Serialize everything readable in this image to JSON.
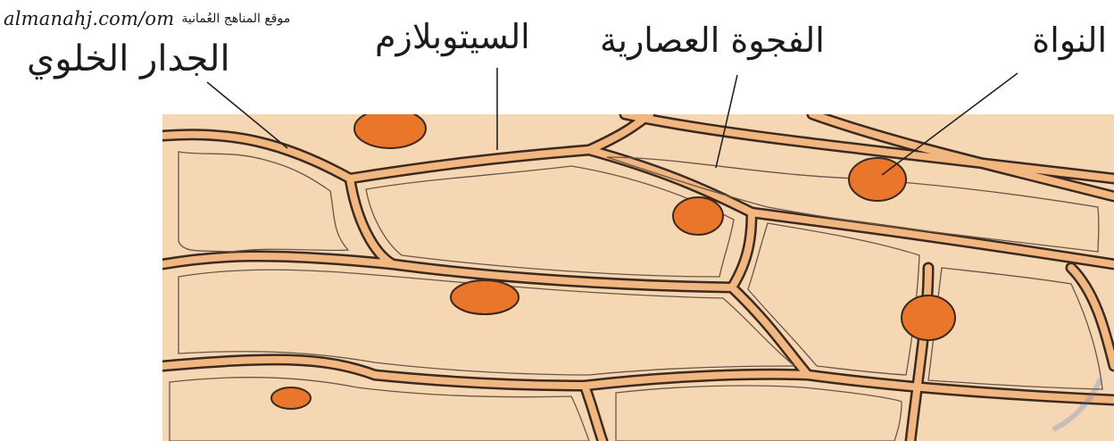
{
  "watermark": {
    "latin": "almanahj.com/om",
    "arabic": "موقع المناهج العُمانية"
  },
  "labels": {
    "nucleus": "النواة",
    "vacuole": "الفجوة العصارية",
    "cytoplasm": "السيتوبلازم",
    "cell_wall": "الجدار الخلوي"
  },
  "colors": {
    "cytoplasm_fill": "#f6d7b4",
    "wall_fill": "#f2b680",
    "wall_outline": "#3a2a20",
    "nucleus_fill": "#e9762b",
    "leader_line": "#222222"
  }
}
